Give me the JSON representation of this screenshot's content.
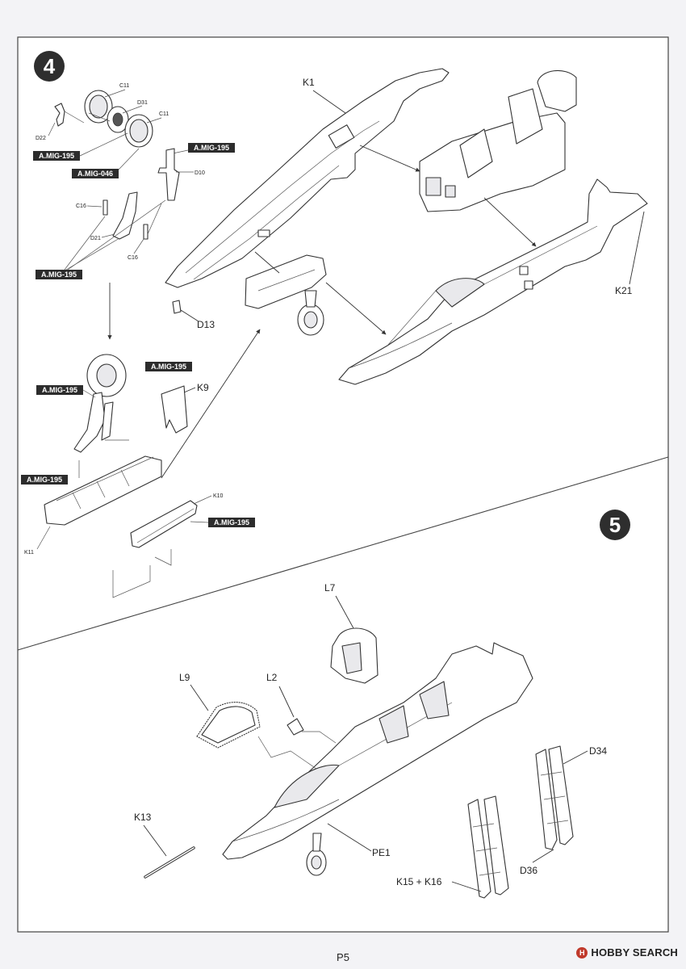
{
  "page_number": "P5",
  "watermark": {
    "brand": "HOBBY SEARCH",
    "logo_icon": "hobby-search-logo-icon"
  },
  "step4": {
    "number": "4",
    "parts": {
      "c11a": "C11",
      "d31": "D31",
      "c11b": "C11",
      "d22": "D22",
      "d10": "D10",
      "c16a": "C16",
      "d21": "D21",
      "c16b": "C16",
      "d13": "D13",
      "k1": "K1",
      "k21": "K21",
      "k9": "K9",
      "k10": "K10",
      "k11": "K11"
    },
    "paint_tags": {
      "t1": "A.MIG-195",
      "t2": "A.MIG-046",
      "t3": "A.MIG-195",
      "t4": "A.MIG-195",
      "t5": "A.MIG-195",
      "t6": "A.MIG-195",
      "t7": "A.MIG-195",
      "t8": "A.MIG-195"
    }
  },
  "step5": {
    "number": "5",
    "parts": {
      "l7": "L7",
      "l9": "L9",
      "l2": "L2",
      "d34": "D34",
      "k13": "K13",
      "pe1": "PE1",
      "d36": "D36",
      "k15_k16": "K15 + K16"
    }
  }
}
